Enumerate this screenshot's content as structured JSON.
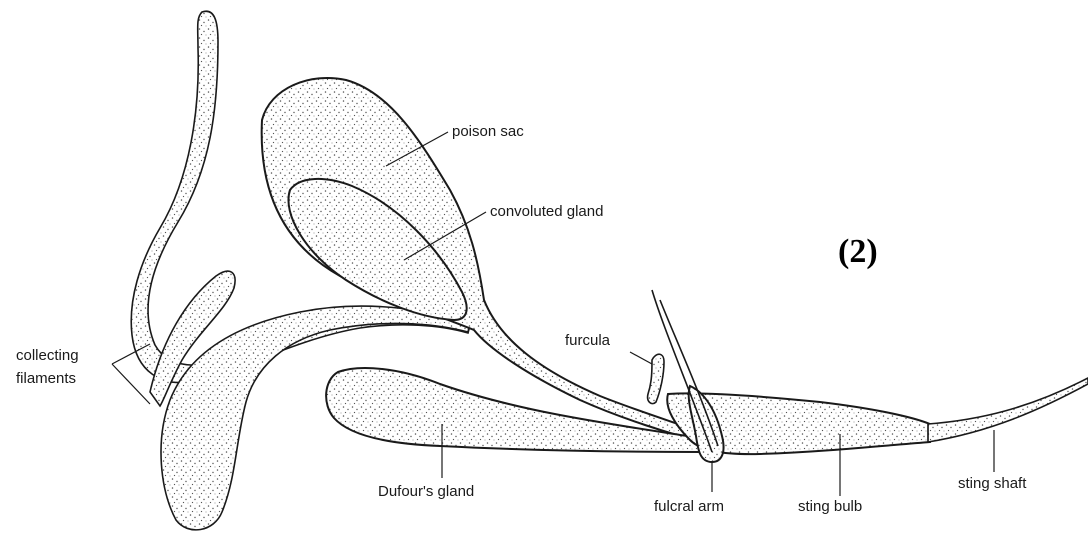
{
  "panel_label": "(2)",
  "labels": {
    "poison_sac": "poison sac",
    "convoluted_gland": "convoluted gland",
    "collecting_filaments_line1": "collecting",
    "collecting_filaments_line2": "filaments",
    "furcula": "furcula",
    "dufours_gland": "Dufour's gland",
    "fulcral_arm": "fulcral arm",
    "sting_bulb": "sting bulb",
    "sting_shaft": "sting shaft"
  },
  "colors": {
    "outline": "#1a1a1a",
    "stipple": "#555555",
    "background": "#ffffff"
  }
}
